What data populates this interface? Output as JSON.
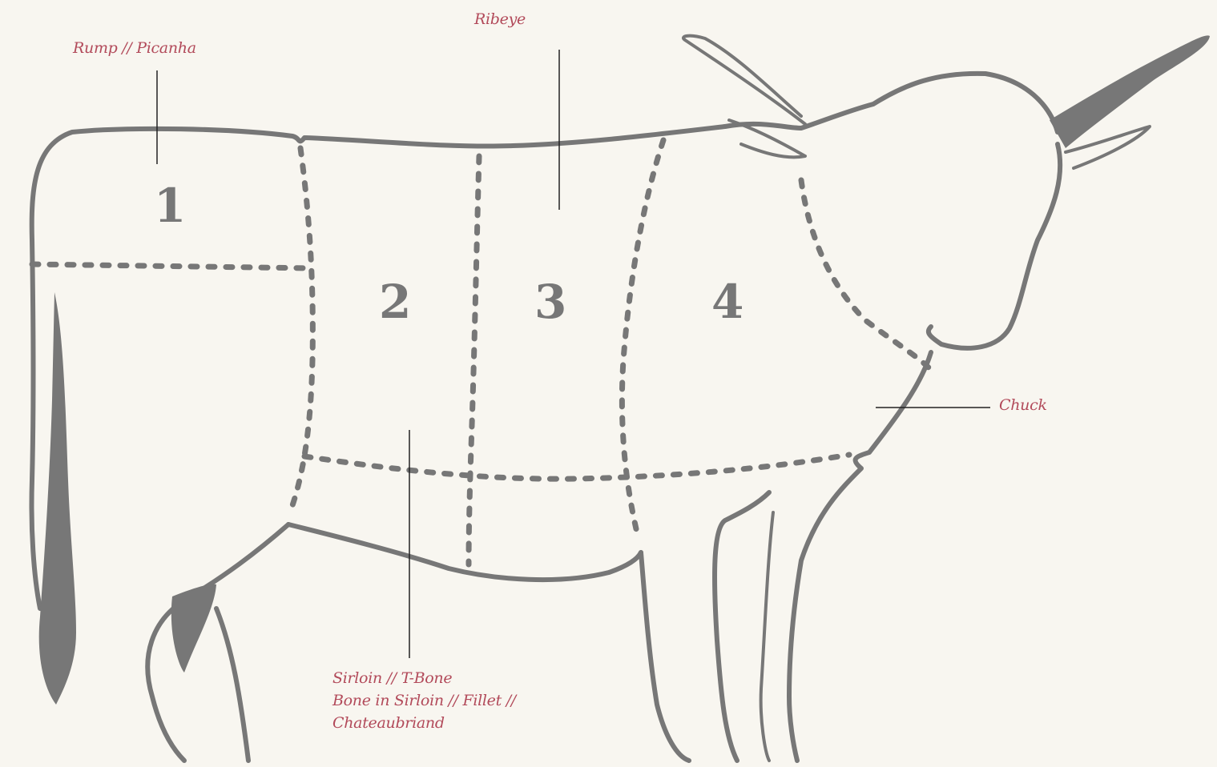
{
  "cuts": [
    {
      "number": "1"
    },
    {
      "number": "2"
    },
    {
      "number": "3"
    },
    {
      "number": "4"
    }
  ],
  "labels": {
    "rump": "Rump // Picanha",
    "ribeye": "Ribeye",
    "chuck": "Chuck",
    "sirloin": {
      "line1": "Sirloin // T-Bone",
      "line2": "Bone in Sirloin // Fillet //",
      "line3": "Chateaubriand"
    }
  },
  "colors": {
    "background": "#f8f6f0",
    "cow": "#777777",
    "label": "#b24a5a",
    "leader": "#222222"
  }
}
